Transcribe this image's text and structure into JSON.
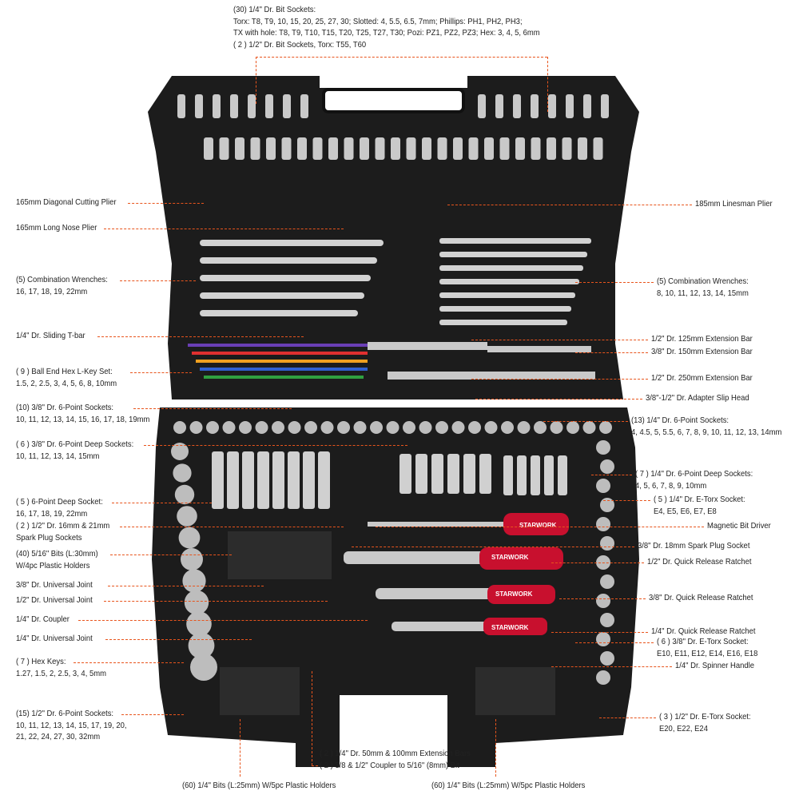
{
  "top_label": [
    "(30) 1/4\" Dr. Bit Sockets:",
    "Torx: T8, T9, 10, 15, 20, 25, 27, 30; Slotted: 4, 5.5, 6.5, 7mm; Phillips: PH1, PH2, PH3;",
    "TX with hole: T8, T9, T10, T15, T20, T25, T27, T30; Pozi: PZ1, PZ2, PZ3; Hex: 3, 4, 5, 6mm",
    "( 2 ) 1/2\" Dr. Bit Sockets, Torx: T55, T60"
  ],
  "left_labels": [
    [
      "165mm Diagonal Cutting Plier"
    ],
    [
      "165mm Long Nose Plier"
    ],
    [
      "(5) Combination Wrenches:",
      "16, 17, 18, 19, 22mm"
    ],
    [
      "1/4\" Dr. Sliding T-bar"
    ],
    [
      "( 9 ) Ball End Hex L-Key Set:",
      "1.5, 2, 2.5, 3, 4, 5, 6, 8, 10mm"
    ],
    [
      "(10) 3/8\" Dr. 6-Point Sockets:",
      "10, 11, 12, 13, 14, 15, 16, 17, 18, 19mm"
    ],
    [
      "( 6 ) 3/8\" Dr. 6-Point Deep Sockets:",
      "10, 11, 12, 13, 14, 15mm"
    ],
    [
      "( 5 ) 6-Point Deep Socket:",
      "16, 17, 18, 19, 22mm"
    ],
    [
      "( 2 ) 1/2\" Dr. 16mm & 21mm",
      "Spark Plug Sockets"
    ],
    [
      "(40) 5/16\" Bits (L:30mm)",
      "W/4pc Plastic Holders"
    ],
    [
      "3/8\" Dr. Universal Joint"
    ],
    [
      "1/2\" Dr. Universal Joint"
    ],
    [
      "1/4\" Dr. Coupler"
    ],
    [
      "1/4\" Dr. Universal Joint"
    ],
    [
      "( 7 ) Hex Keys:",
      "1.27, 1.5, 2, 2.5, 3, 4, 5mm"
    ],
    [
      "(15) 1/2\" Dr. 6-Point Sockets:",
      "10, 11, 12, 13, 14, 15, 17, 19, 20,",
      "21, 22, 24, 27, 30, 32mm"
    ]
  ],
  "right_labels": [
    [
      "185mm Linesman Plier"
    ],
    [
      "(5) Combination Wrenches:",
      "8, 10, 11, 12, 13, 14, 15mm"
    ],
    [
      "1/2\" Dr. 125mm Extension Bar"
    ],
    [
      "3/8\" Dr. 150mm Extension Bar"
    ],
    [
      "1/2\" Dr. 250mm Extension Bar"
    ],
    [
      "3/8\"-1/2\" Dr. Adapter Slip Head"
    ],
    [
      "(13) 1/4\" Dr. 6-Point Sockets:",
      "4, 4.5, 5, 5.5, 6, 7, 8, 9, 10, 11, 12, 13, 14mm"
    ],
    [
      "( 7 ) 1/4\" Dr. 6-Point Deep Sockets:",
      "4, 5, 6, 7, 8, 9, 10mm"
    ],
    [
      "( 5 ) 1/4\" Dr. E-Torx Socket:",
      "E4, E5, E6, E7, E8"
    ],
    [
      "Magnetic Bit Driver"
    ],
    [
      "3/8\" Dr. 18mm Spark Plug Socket"
    ],
    [
      "1/2\" Dr. Quick Release Ratchet"
    ],
    [
      "3/8\" Dr. Quick Release Ratchet"
    ],
    [
      "1/4\" Dr. Quick Release Ratchet"
    ],
    [
      "( 6 ) 3/8\" Dr. E-Torx Socket:",
      "E10, E11, E12, E14, E16, E18"
    ],
    [
      "1/4\" Dr. Spinner Handle"
    ],
    [
      "( 3 ) 1/2\" Dr. E-Torx Socket:",
      "E20, E22, E24"
    ]
  ],
  "bottom_labels": [
    [
      "( 2 ) 1/4\" Dr. 50mm & 100mm Extension Bars",
      "( 2 ) 3/8 & 1/2\" Coupler to 5/16\" (8mm) Bit"
    ],
    [
      "(60) 1/4\" Bits (L:25mm) W/5pc Plastic Holders"
    ],
    [
      "(60) 1/4\" Bits (L:25mm) W/5pc Plastic Holders"
    ]
  ],
  "brand": "STARWORK",
  "colors": {
    "leader": "#e8541c",
    "case": "#1c1c1c",
    "chrome": "#c9c9c9",
    "handle_red": "#c8102e"
  }
}
